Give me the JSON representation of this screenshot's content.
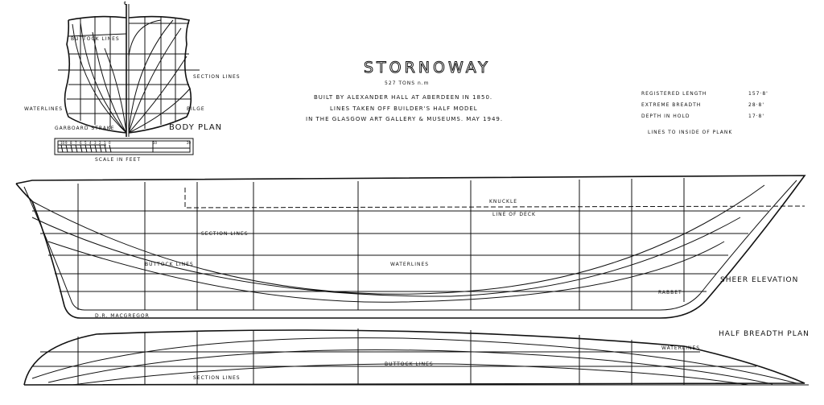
{
  "title": "STORNOWAY",
  "tonnage": "527 TONS n.m",
  "info_lines": [
    "BUILT BY ALEXANDER HALL AT ABERDEEN IN 1850.",
    "LINES TAKEN OFF BUILDER'S HALF MODEL",
    "IN THE GLASGOW ART GALLERY & MUSEUMS. MAY 1949."
  ],
  "dimensions": [
    {
      "label": "REGISTERED   LENGTH",
      "value": "157·8'"
    },
    {
      "label": "EXTREME   BREADTH",
      "value": "28·8'"
    },
    {
      "label": "DEPTH   IN   HOLD",
      "value": "17·8'"
    }
  ],
  "lines_note": "LINES TO INSIDE OF PLANK",
  "body_plan": {
    "title": "BODY PLAN",
    "labels": {
      "buttock": "BUTTOCK LINES",
      "section": "SECTION LINES",
      "waterlines": "WATERLINES",
      "bilge": "BILGE",
      "garboard": "GARBOARD STRAKE"
    },
    "centerline": "℄"
  },
  "scale": {
    "label": "SCALE IN FEET",
    "ticks": [
      "10",
      "9",
      "8",
      "7",
      "6",
      "5",
      "4",
      "3",
      "2",
      "1",
      "0",
      "10",
      "20"
    ]
  },
  "sheer": {
    "title": "SHEER ELEVATION",
    "labels": {
      "knuckle": "KNUCKLE",
      "deck": "LINE OF DECK",
      "section": "SECTION LINES",
      "buttock": "BUTTOCK LINES",
      "waterlines": "WATERLINES",
      "rabbet": "RABBET"
    }
  },
  "half_breadth": {
    "title": "HALF BREADTH PLAN",
    "labels": {
      "waterlines": "WATERLINES",
      "buttock": "BUTTOCK LINES",
      "section": "SECTION LINES"
    }
  },
  "author": "D.R. MACGREGOR"
}
